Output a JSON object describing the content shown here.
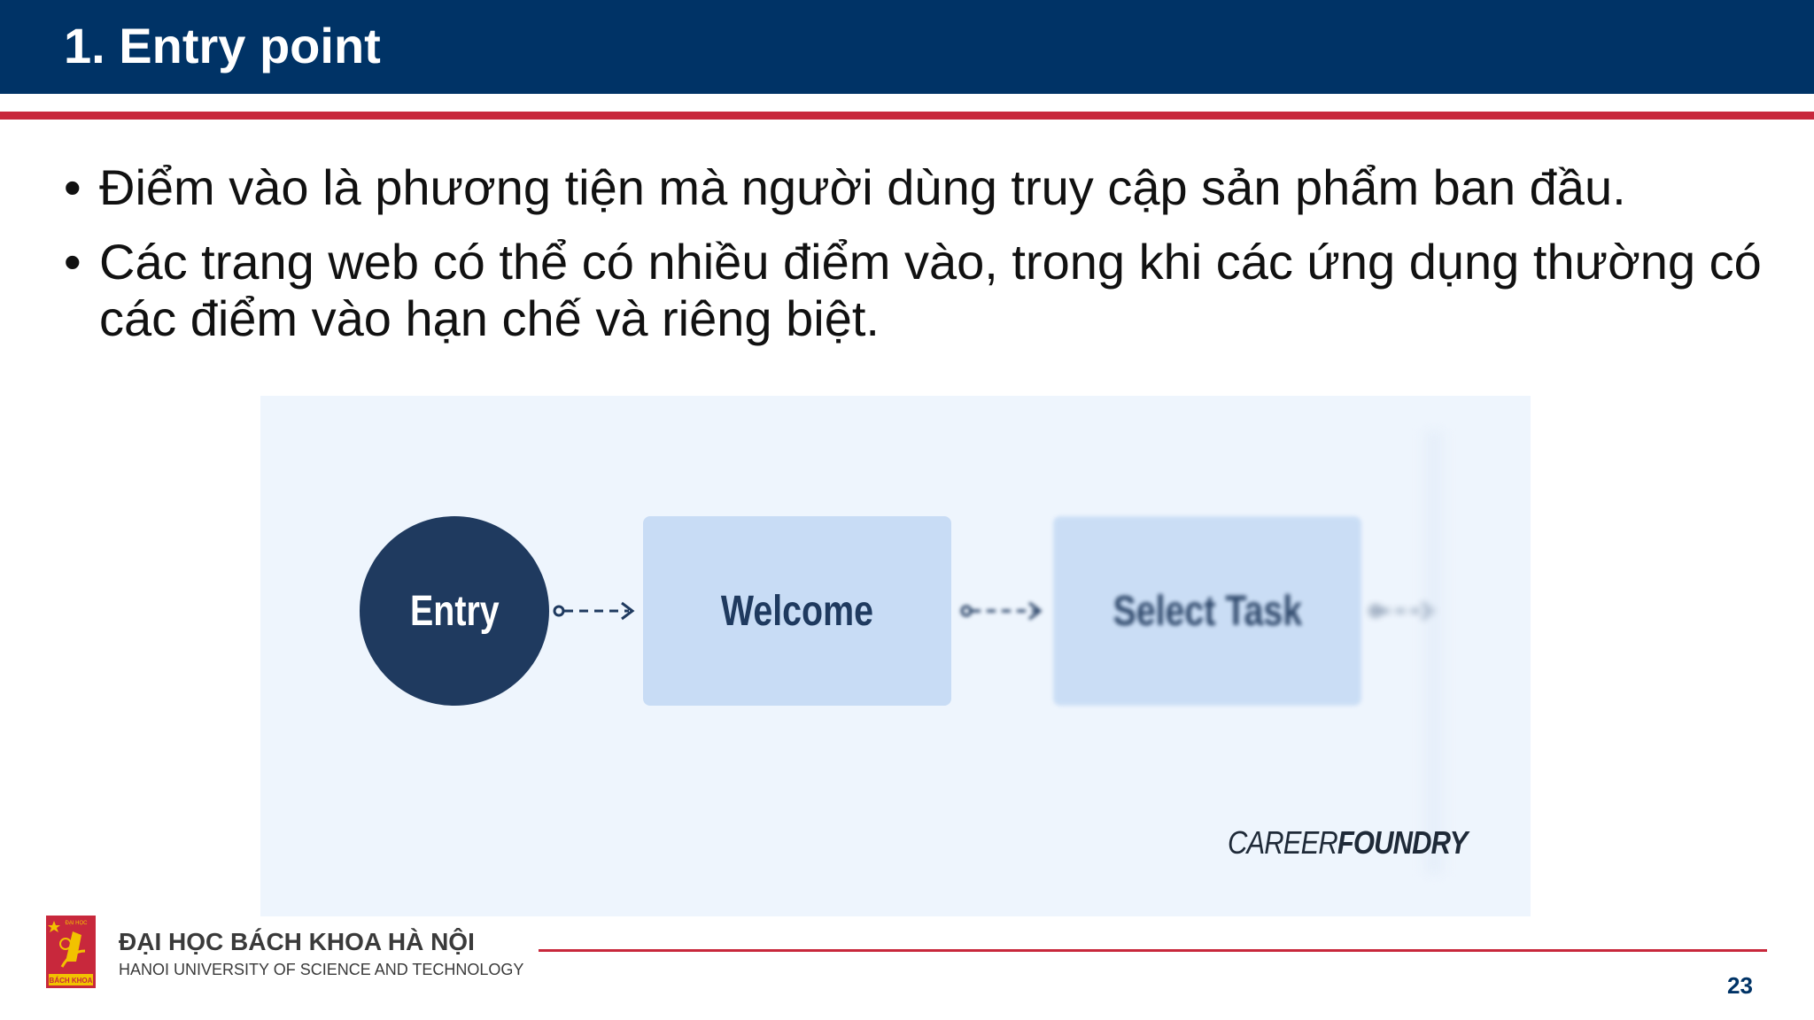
{
  "slide": {
    "title": "1. Entry point",
    "page_number": "23"
  },
  "bullets": [
    {
      "marker": "•",
      "text": "Điểm vào là phương tiện mà người dùng truy cập sản phẩm ban đầu."
    },
    {
      "marker": "•",
      "text": "Các trang web có thể có nhiều điểm vào, trong khi các ứng dụng thường có các điểm vào hạn chế và riêng biệt."
    }
  ],
  "figure": {
    "entry_label": "Entry",
    "welcome_label": "Welcome",
    "select_task_label": "Select Task",
    "logo_part1": "CAREER",
    "logo_part2": "FOUNDRY"
  },
  "footer": {
    "university_name": "ĐẠI HỌC BÁCH KHOA HÀ NỘI",
    "university_subtitle": "HANOI UNIVERSITY OF SCIENCE AND TECHNOLOGY",
    "logo_top_text": "ĐẠI HỌC",
    "logo_bottom_text": "BÁCH KHOA"
  },
  "colors": {
    "title_bar": "#003366",
    "accent_red": "#c8283c",
    "entry_circle": "#1f3a5f",
    "box_fill": "#c8dcf5",
    "figure_bg": "#eef5fd"
  }
}
